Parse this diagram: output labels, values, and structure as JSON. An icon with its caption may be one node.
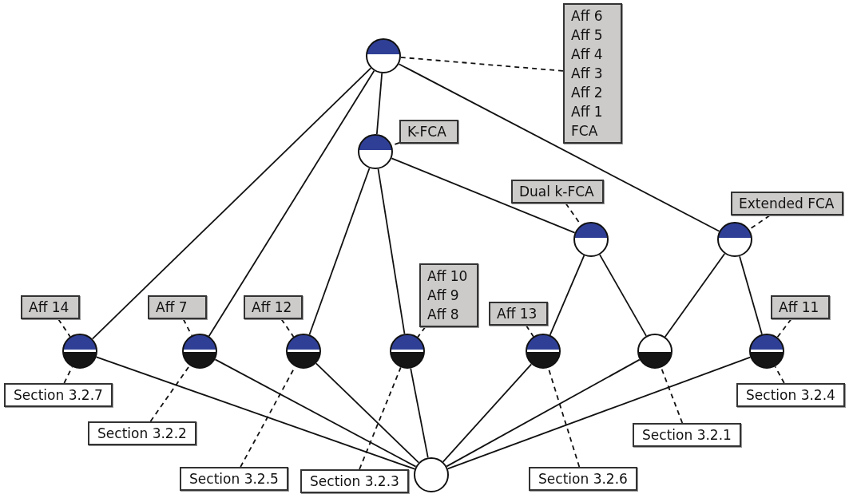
{
  "diagram": {
    "nodes": [
      {
        "text": [],
        "shape": "circle"
      },
      {
        "text": [
          "Aff 6",
          "Aff 5",
          "Aff 4",
          "Aff 3",
          "Aff 2",
          "Aff 1",
          "FCA"
        ]
      },
      {
        "text": [
          "K-FCA"
        ]
      },
      {
        "text": [],
        "shape": "circle"
      },
      {
        "text": [
          "Dual k-FCA"
        ]
      },
      {
        "text": [
          "Extended FCA"
        ]
      },
      {
        "text": [],
        "shape": "circle"
      },
      {
        "text": [],
        "shape": "circle"
      },
      {
        "text": [
          "Aff 10",
          "Aff 9",
          "Aff 8"
        ]
      },
      {
        "text": [
          "Aff 14"
        ]
      },
      {
        "text": [
          "Aff 7"
        ]
      },
      {
        "text": [
          "Aff 12"
        ]
      },
      {
        "text": [
          "Aff 13"
        ]
      },
      {
        "text": [
          "Aff 11"
        ]
      },
      {
        "text": [],
        "shape": "circle"
      },
      {
        "text": [],
        "shape": "circle"
      },
      {
        "text": [],
        "shape": "circle"
      },
      {
        "text": [],
        "shape": "circle"
      },
      {
        "text": [],
        "shape": "circle"
      },
      {
        "text": [],
        "shape": "circle"
      },
      {
        "text": [],
        "shape": "circle"
      },
      {
        "text": [
          "Section 3.2.7"
        ]
      },
      {
        "text": [
          "Section 3.2.5"
        ]
      },
      {
        "text": [
          "Section 3.2.6"
        ]
      },
      {
        "text": [
          "Section 3.2.4"
        ]
      },
      {
        "text": [
          "Section 3.2.2"
        ]
      },
      {
        "text": [
          "Section 3.2.3"
        ]
      },
      {
        "text": [
          "Section 3.2.1"
        ]
      },
      {
        "text": [],
        "shape": "circle"
      }
    ],
    "edges": [
      {
        "from": 0,
        "to": 3,
        "arrow": "none"
      },
      {
        "from": 0,
        "to": 14,
        "arrow": "none"
      },
      {
        "from": 0,
        "to": 15,
        "arrow": "none"
      },
      {
        "from": 0,
        "to": 7,
        "arrow": "none"
      },
      {
        "from": 3,
        "to": 16,
        "arrow": "none"
      },
      {
        "from": 3,
        "to": 17,
        "arrow": "none"
      },
      {
        "from": 3,
        "to": 6,
        "arrow": "none"
      },
      {
        "from": 6,
        "to": 18,
        "arrow": "none"
      },
      {
        "from": 6,
        "to": 19,
        "arrow": "none"
      },
      {
        "from": 7,
        "to": 19,
        "arrow": "none"
      },
      {
        "from": 7,
        "to": 20,
        "arrow": "none"
      },
      {
        "from": 14,
        "to": 28,
        "arrow": "none"
      },
      {
        "from": 15,
        "to": 28,
        "arrow": "none"
      },
      {
        "from": 16,
        "to": 28,
        "arrow": "none"
      },
      {
        "from": 17,
        "to": 28,
        "arrow": "none"
      },
      {
        "from": 18,
        "to": 28,
        "arrow": "none"
      },
      {
        "from": 19,
        "to": 28,
        "arrow": "none"
      },
      {
        "from": 20,
        "to": 28,
        "arrow": "none"
      },
      {
        "from": 1,
        "to": 0,
        "arrow": "none",
        "style": "dashed"
      },
      {
        "from": 2,
        "to": 3,
        "arrow": "none",
        "style": "dashed"
      },
      {
        "from": 4,
        "to": 6,
        "arrow": "none",
        "style": "dashed"
      },
      {
        "from": 5,
        "to": 7,
        "arrow": "none",
        "style": "dashed"
      },
      {
        "from": 8,
        "to": 17,
        "arrow": "none",
        "style": "dashed"
      },
      {
        "from": 9,
        "to": 14,
        "arrow": "none",
        "style": "dashed"
      },
      {
        "from": 10,
        "to": 15,
        "arrow": "none",
        "style": "dashed"
      },
      {
        "from": 11,
        "to": 16,
        "arrow": "none",
        "style": "dashed"
      },
      {
        "from": 12,
        "to": 18,
        "arrow": "none",
        "style": "dashed"
      },
      {
        "from": 13,
        "to": 20,
        "arrow": "none",
        "style": "dashed"
      },
      {
        "from": 21,
        "to": 14,
        "arrow": "none",
        "style": "dashed"
      },
      {
        "from": 25,
        "to": 15,
        "arrow": "none",
        "style": "dashed"
      },
      {
        "from": 22,
        "to": 16,
        "arrow": "none",
        "style": "dashed"
      },
      {
        "from": 26,
        "to": 17,
        "arrow": "none",
        "style": "dashed"
      },
      {
        "from": 23,
        "to": 18,
        "arrow": "none",
        "style": "dashed"
      },
      {
        "from": 27,
        "to": 19,
        "arrow": "none",
        "style": "dashed"
      },
      {
        "from": 24,
        "to": 20,
        "arrow": "none",
        "style": "dashed"
      }
    ]
  }
}
